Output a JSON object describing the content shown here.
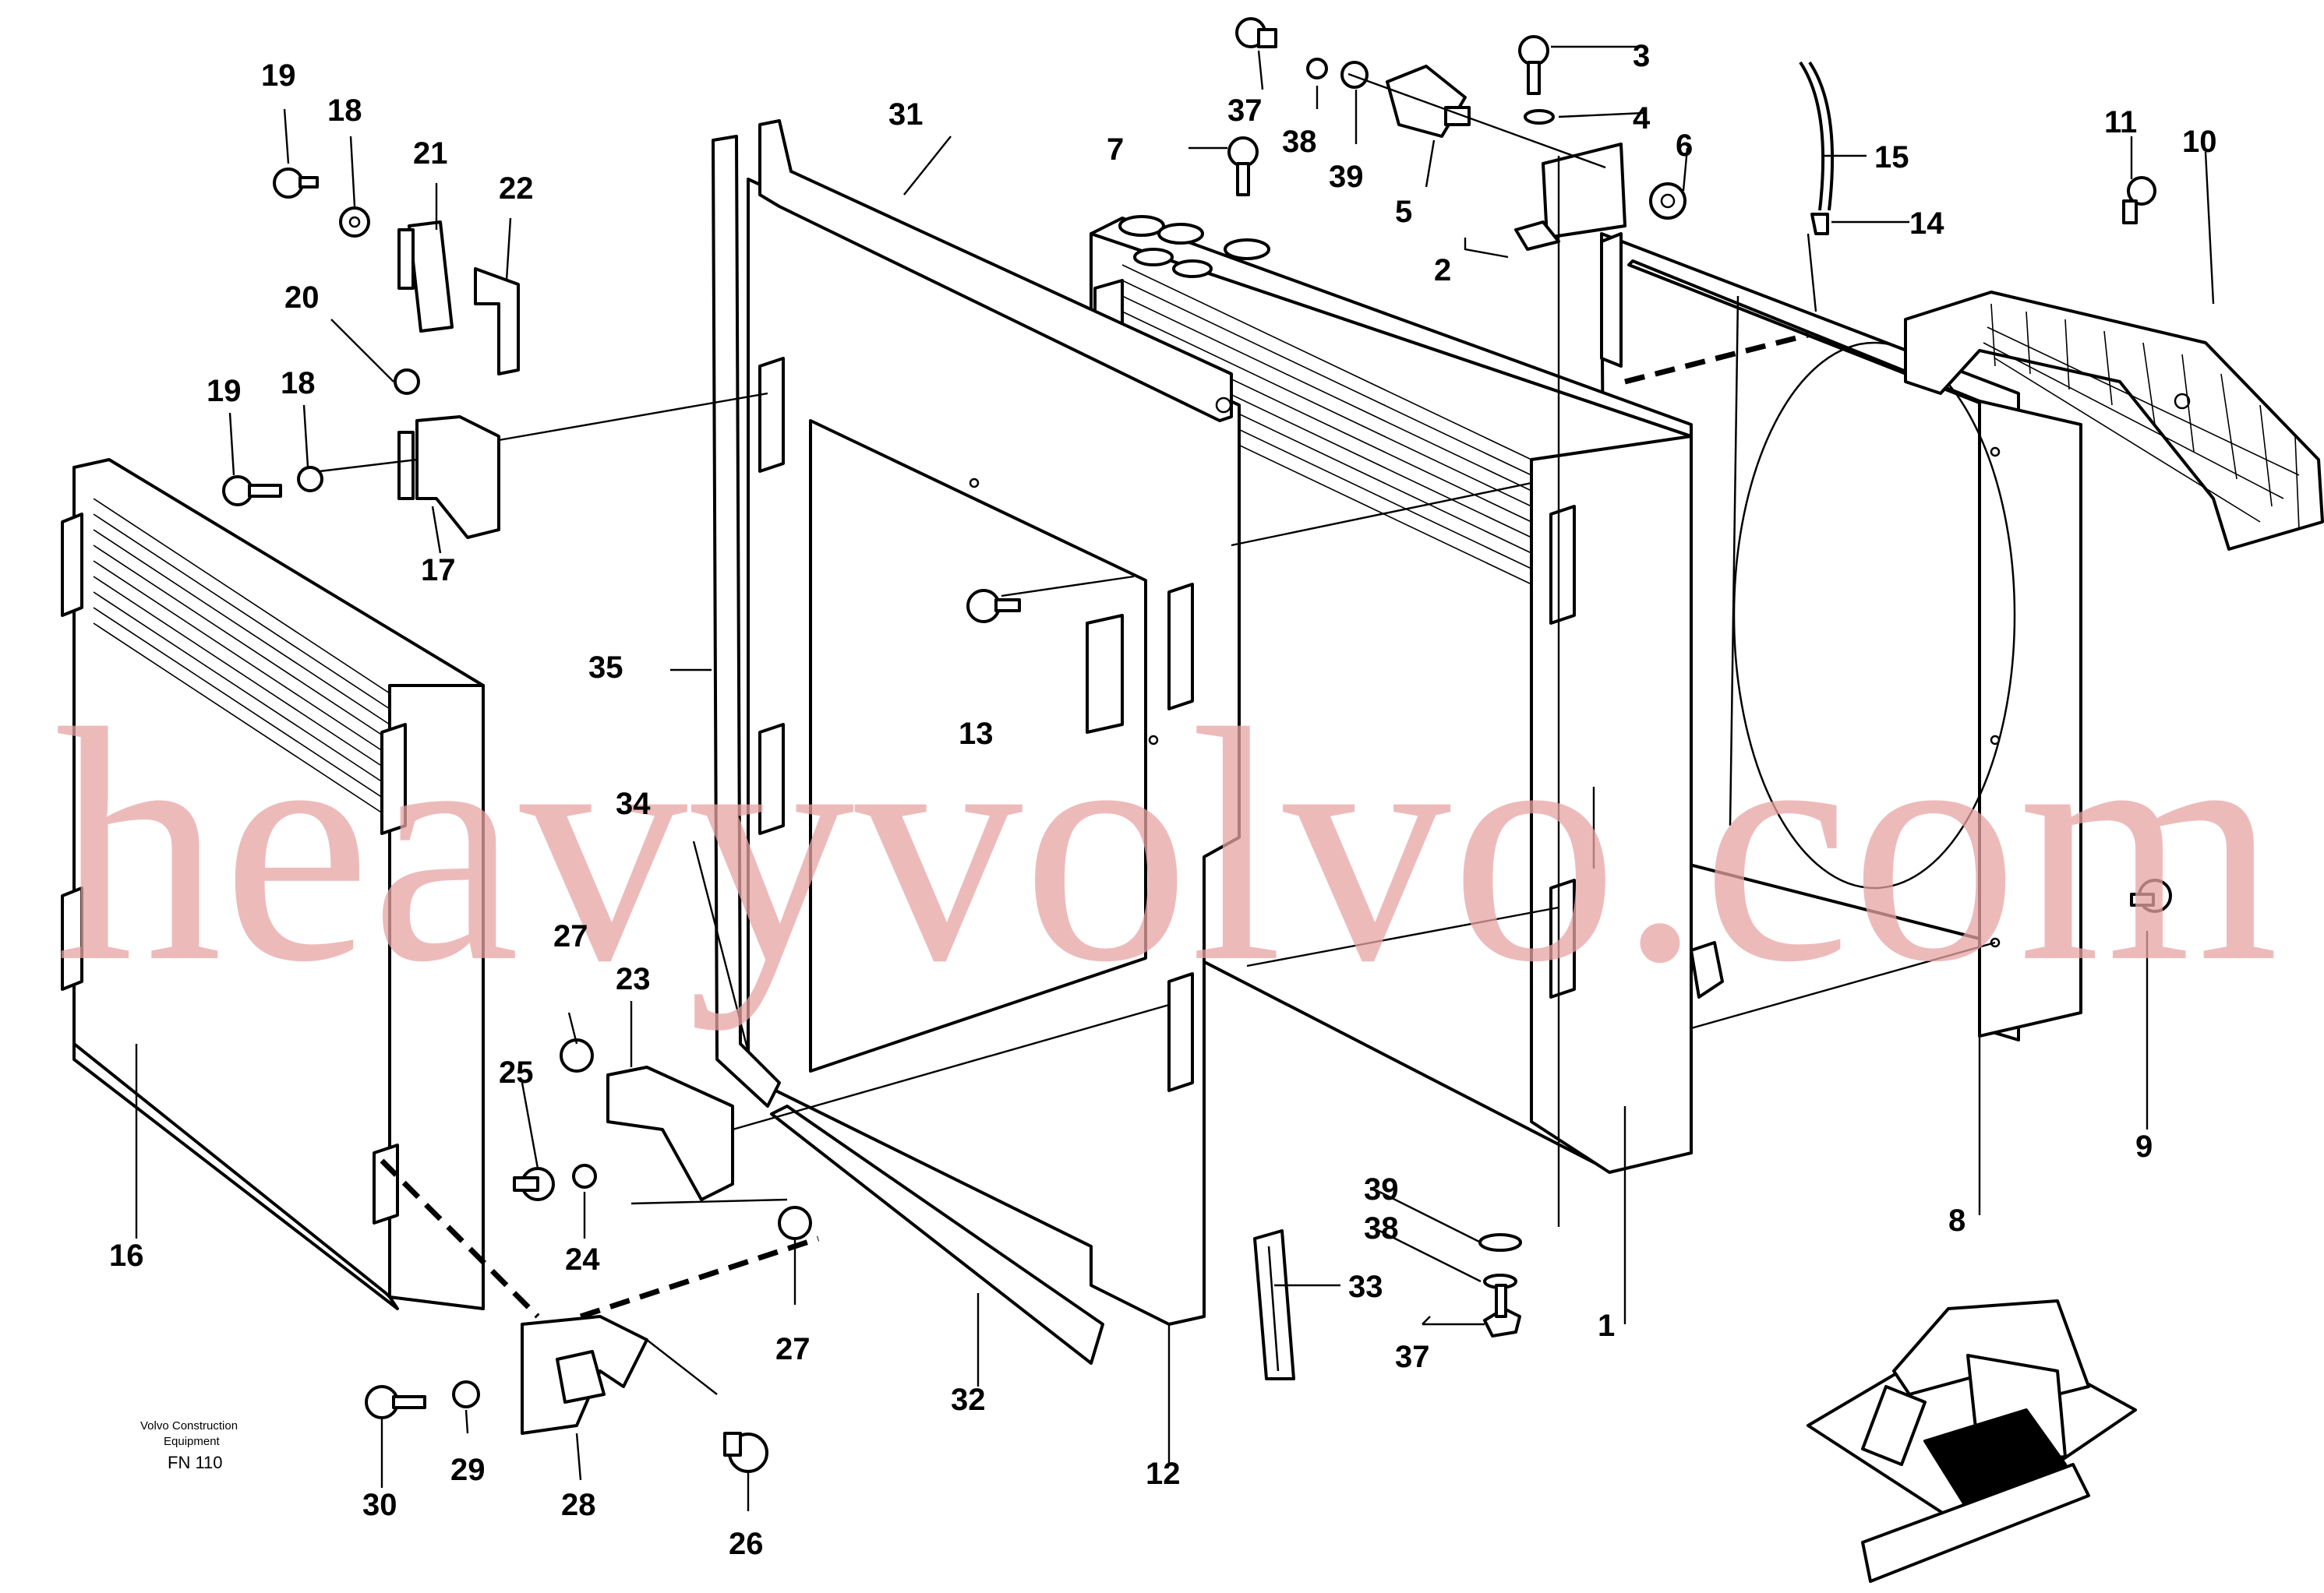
{
  "watermark": "heavyvolvo.com",
  "caption": {
    "line1": "Volvo Construction",
    "line2": "Equipment",
    "code": "FN 110"
  },
  "colors": {
    "ink": "#000000",
    "watermark": "#e8a3a3",
    "background": "#ffffff"
  },
  "callouts": {
    "c1": "1",
    "c2": "2",
    "c3": "3",
    "c4": "4",
    "c5": "5",
    "c6": "6",
    "c7": "7",
    "c8": "8",
    "c9": "9",
    "c10": "10",
    "c11": "11",
    "c12": "12",
    "c13": "13",
    "c14": "14",
    "c15": "15",
    "c16": "16",
    "c17": "17",
    "c18a": "18",
    "c18b": "18",
    "c19a": "19",
    "c19b": "19",
    "c20": "20",
    "c21": "21",
    "c22": "22",
    "c23": "23",
    "c24": "24",
    "c25": "25",
    "c26": "26",
    "c27a": "27",
    "c27b": "27",
    "c28": "28",
    "c29": "29",
    "c30": "30",
    "c31": "31",
    "c32": "32",
    "c33": "33",
    "c34": "34",
    "c35": "35",
    "c37a": "37",
    "c37b": "37",
    "c38a": "38",
    "c38b": "38",
    "c39a": "39",
    "c39b": "39"
  }
}
